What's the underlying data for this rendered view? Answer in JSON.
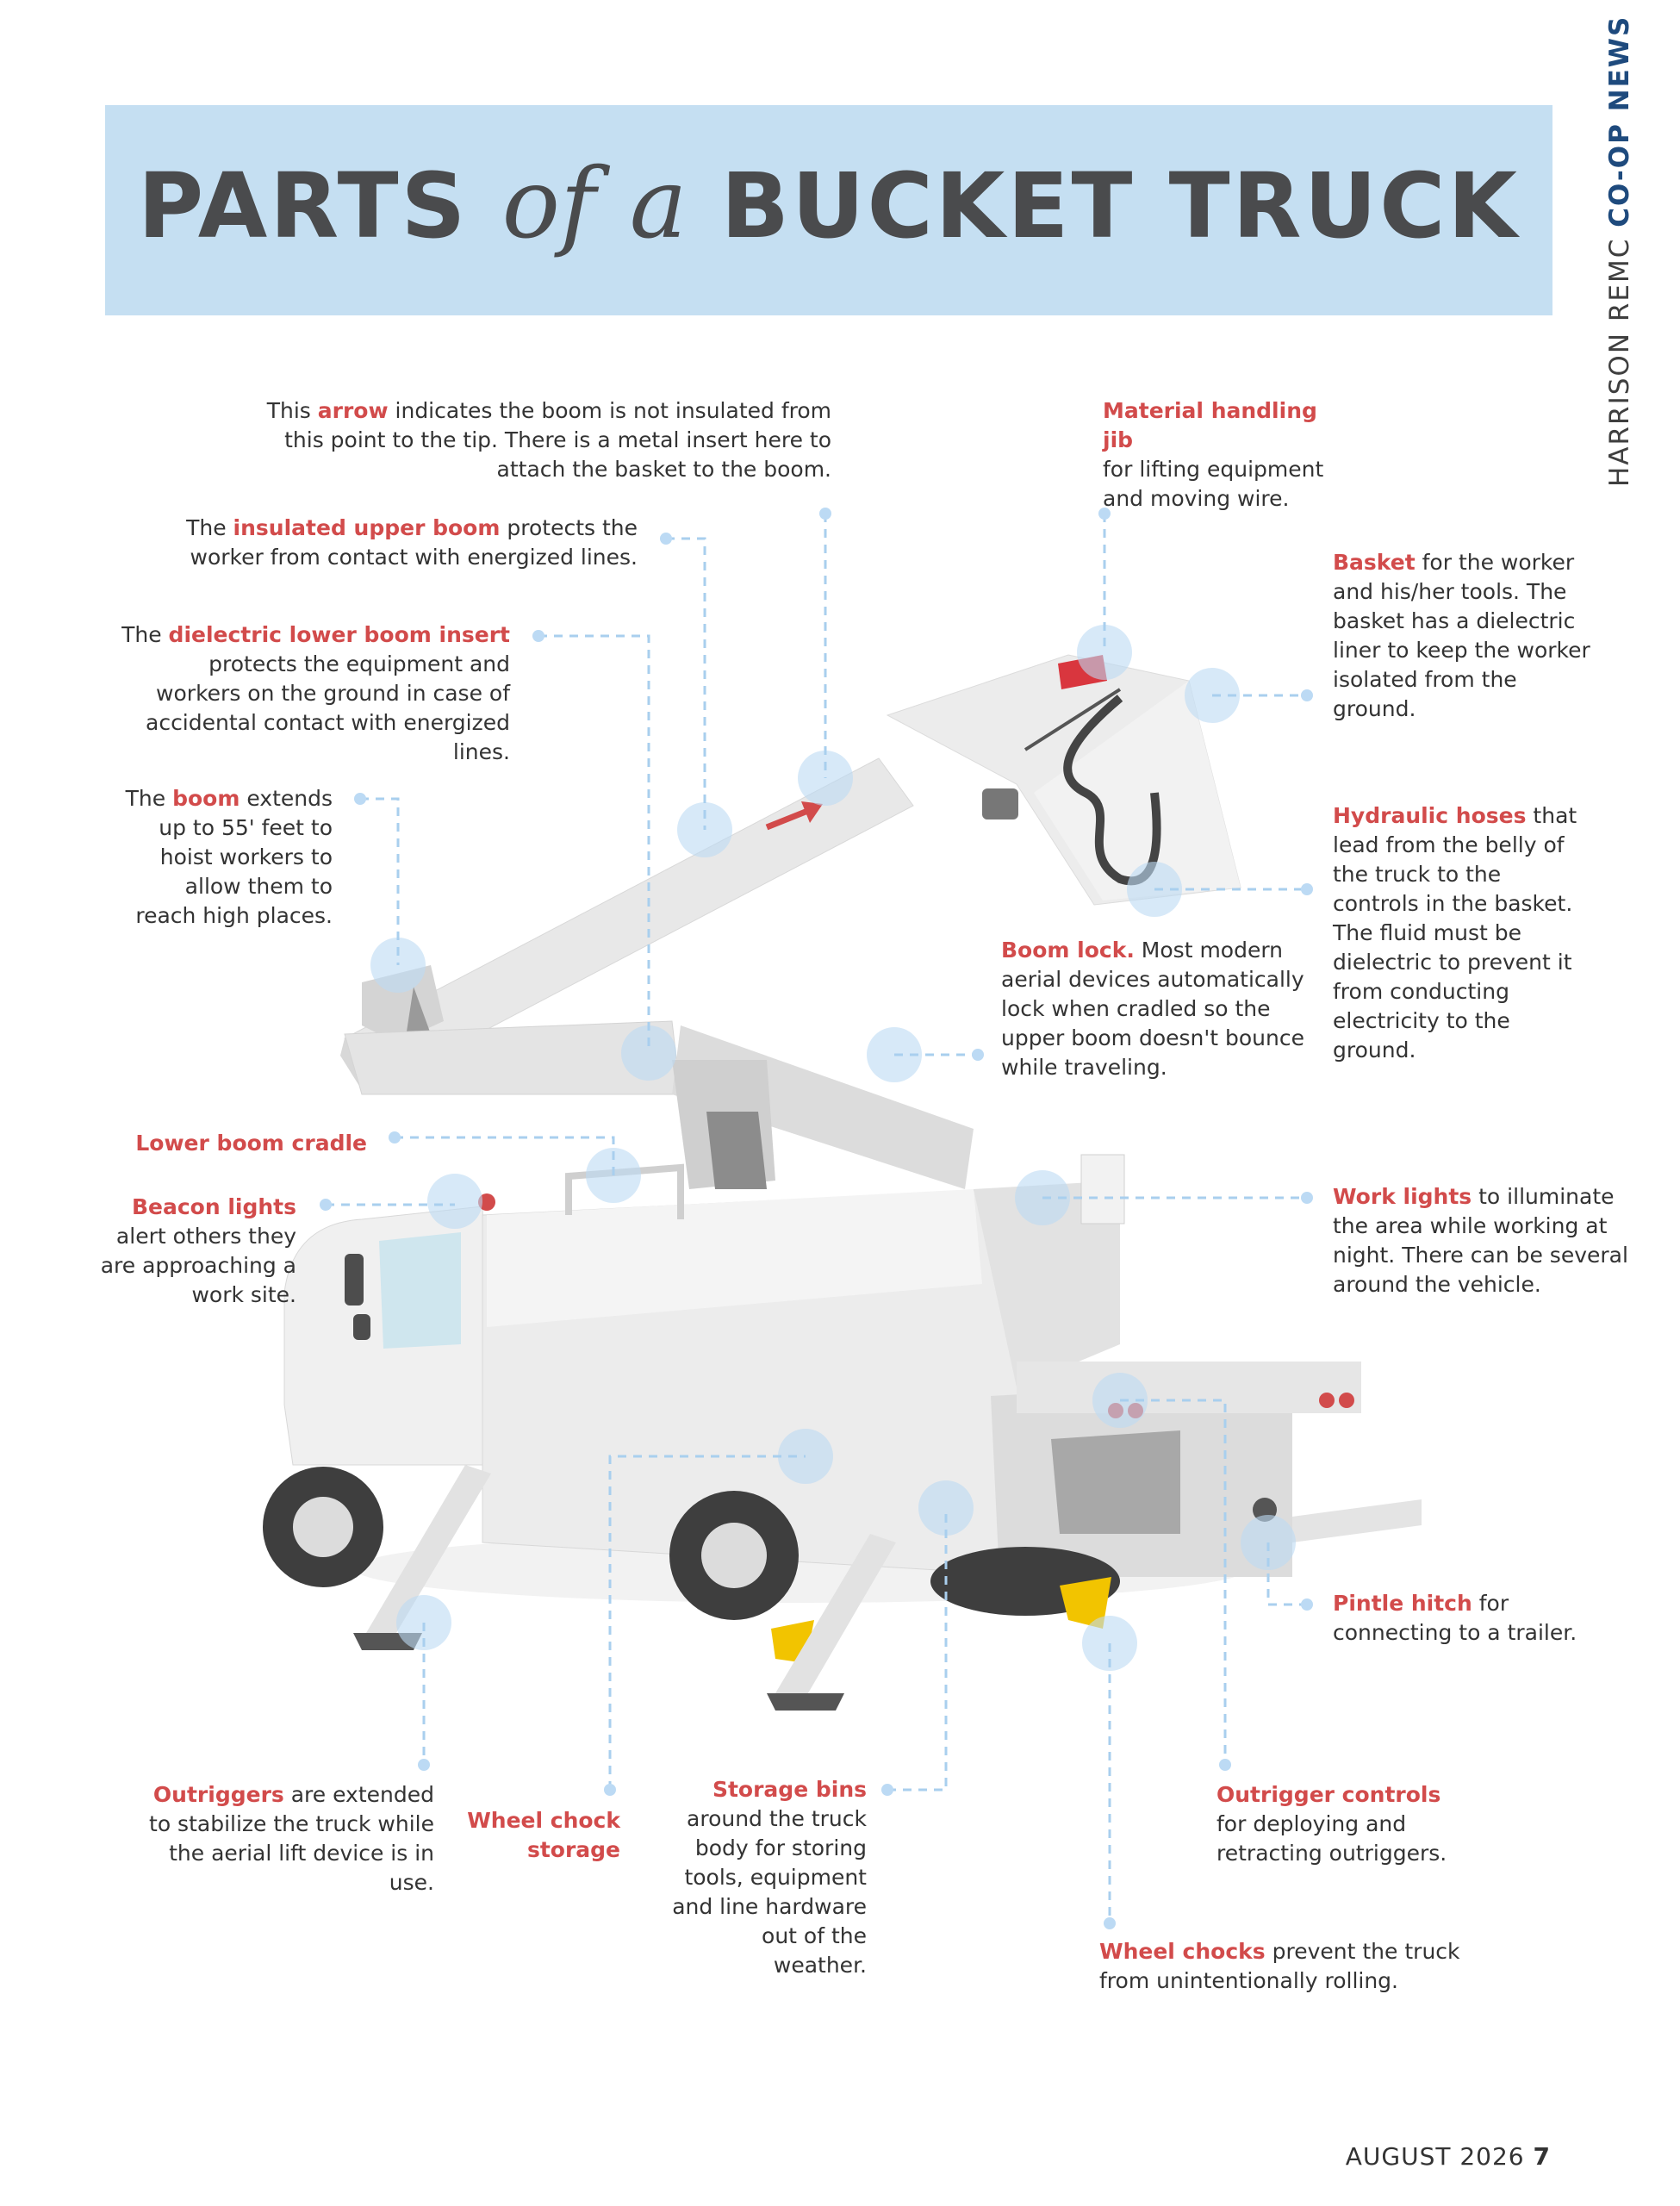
{
  "header": {
    "title_a": "PARTS",
    "title_of": "of",
    "title_a2": "a",
    "title_b": "BUCKET TRUCK"
  },
  "side": {
    "publisher": "HARRISON REMC",
    "publication": "CO-OP NEWS"
  },
  "footer": {
    "issue": "AUGUST 2026",
    "page": "7"
  },
  "callouts": {
    "arrow": {
      "pre": "This ",
      "label": "arrow",
      "text": " indicates the boom is not insulated from this point to the tip. There is a metal insert here to attach the basket to the boom."
    },
    "upper_boom": {
      "pre": "The ",
      "label": "insulated upper boom",
      "text": " protects the worker from contact with energized lines."
    },
    "lower_boom_insert": {
      "pre": "The ",
      "label": "dielectric lower boom insert",
      "text": " protects the equipment and workers on the ground in case of accidental contact with energized lines."
    },
    "boom": {
      "pre": "The ",
      "label": "boom",
      "text": " extends up to 55' feet to hoist workers to allow them to reach high places."
    },
    "cradle": {
      "label": "Lower boom cradle"
    },
    "beacon": {
      "label": "Beacon lights",
      "text": "alert others they are approaching a work site."
    },
    "outriggers": {
      "label": "Outriggers",
      "text": " are extended to stabilize the truck while the aerial lift device is in use."
    },
    "wheel_chock_storage": {
      "label": "Wheel chock storage"
    },
    "storage_bins": {
      "label": "Storage bins",
      "text": "around the truck body for storing tools, equipment and line hardware out of the weather."
    },
    "jib": {
      "label": "Material handling jib",
      "text": "for lifting equipment and moving wire."
    },
    "basket": {
      "label": "Basket",
      "text": " for the worker and his/her tools. The basket has a dielectric liner to keep the worker isolated from the ground."
    },
    "hoses": {
      "label": "Hydraulic hoses",
      "text": " that lead from the belly of the truck to the controls in the basket. The fluid must be dielectric to prevent it from conducting electricity to the ground."
    },
    "boom_lock": {
      "label": "Boom lock.",
      "text": " Most modern aerial devices automatically lock when cradled so the upper boom doesn't bounce while traveling."
    },
    "work_lights": {
      "label": "Work lights",
      "text": " to illuminate the area while working at night. There can be several around the vehicle."
    },
    "pintle": {
      "label": "Pintle hitch",
      "text": " for connecting to a trailer."
    },
    "outrigger_controls": {
      "label": "Outrigger controls",
      "text": "for deploying and retracting outriggers."
    },
    "wheel_chocks": {
      "label": "Wheel chocks",
      "text": " prevent the truck from unintentionally rolling."
    }
  },
  "colors": {
    "accent_red": "#d24b4b",
    "header_blue": "#c5dff2",
    "leader_blue": "#a9cfee",
    "brand_navy": "#1e4a7d"
  }
}
